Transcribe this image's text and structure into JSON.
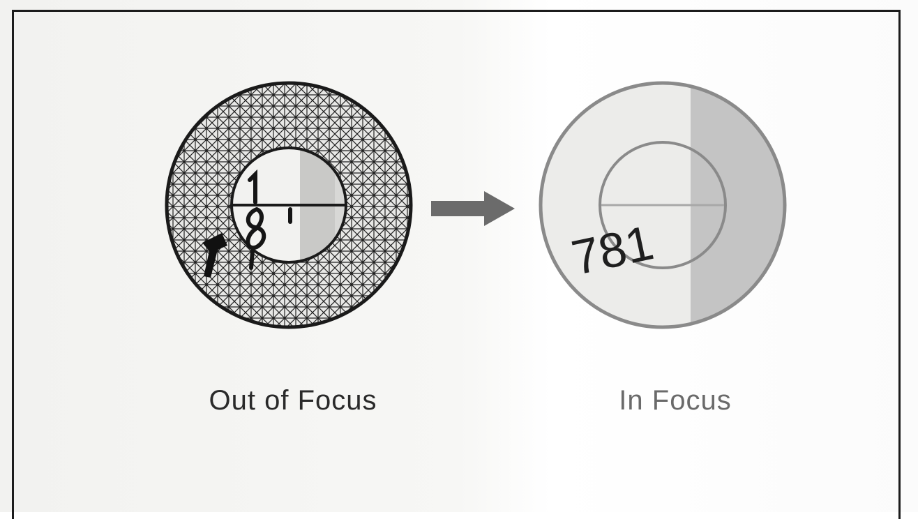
{
  "captions": {
    "out_of_focus": "Out of Focus",
    "in_focus": "In Focus"
  },
  "scale_numbers": {
    "out_of_focus": "781",
    "in_focus": "781"
  },
  "colors": {
    "ring_dark": "#1a1a1a",
    "ring_light": "#8a8a8a",
    "shade_gray": "#c4c4c4",
    "arrow": "#6b6b6b",
    "label_dark": "#2a2a2a",
    "label_light": "#6a6a6a"
  }
}
